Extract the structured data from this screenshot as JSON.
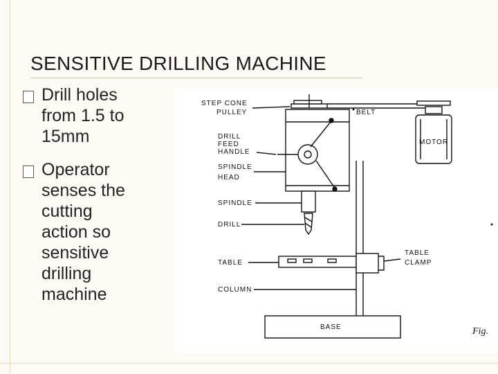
{
  "slide": {
    "title": "SENSITIVE DRILLING MACHINE",
    "bullets": [
      {
        "text": "Drill holes\nfrom 1.5 to\n15mm"
      },
      {
        "text": "Operator\nsenses the\ncutting\naction so\nsensitive\ndrilling\nmachine"
      }
    ]
  },
  "diagram": {
    "labels": {
      "step_cone_1": "STEP CONE",
      "step_cone_2": "PULLEY",
      "belt": "BELT",
      "motor": "MOTOR",
      "drill_feed_1": "DRILL",
      "drill_feed_2": "FEED",
      "drill_feed_3": "HANDLE",
      "spindle_head_1": "SPINDLE",
      "spindle_head_2": "HEAD",
      "spindle": "SPINDLE",
      "drill": "DRILL",
      "table": "TABLE",
      "table_clamp_1": "TABLE",
      "table_clamp_2": "CLAMP",
      "column": "COLUMN",
      "base": "BASE",
      "fig": "Fig."
    }
  }
}
